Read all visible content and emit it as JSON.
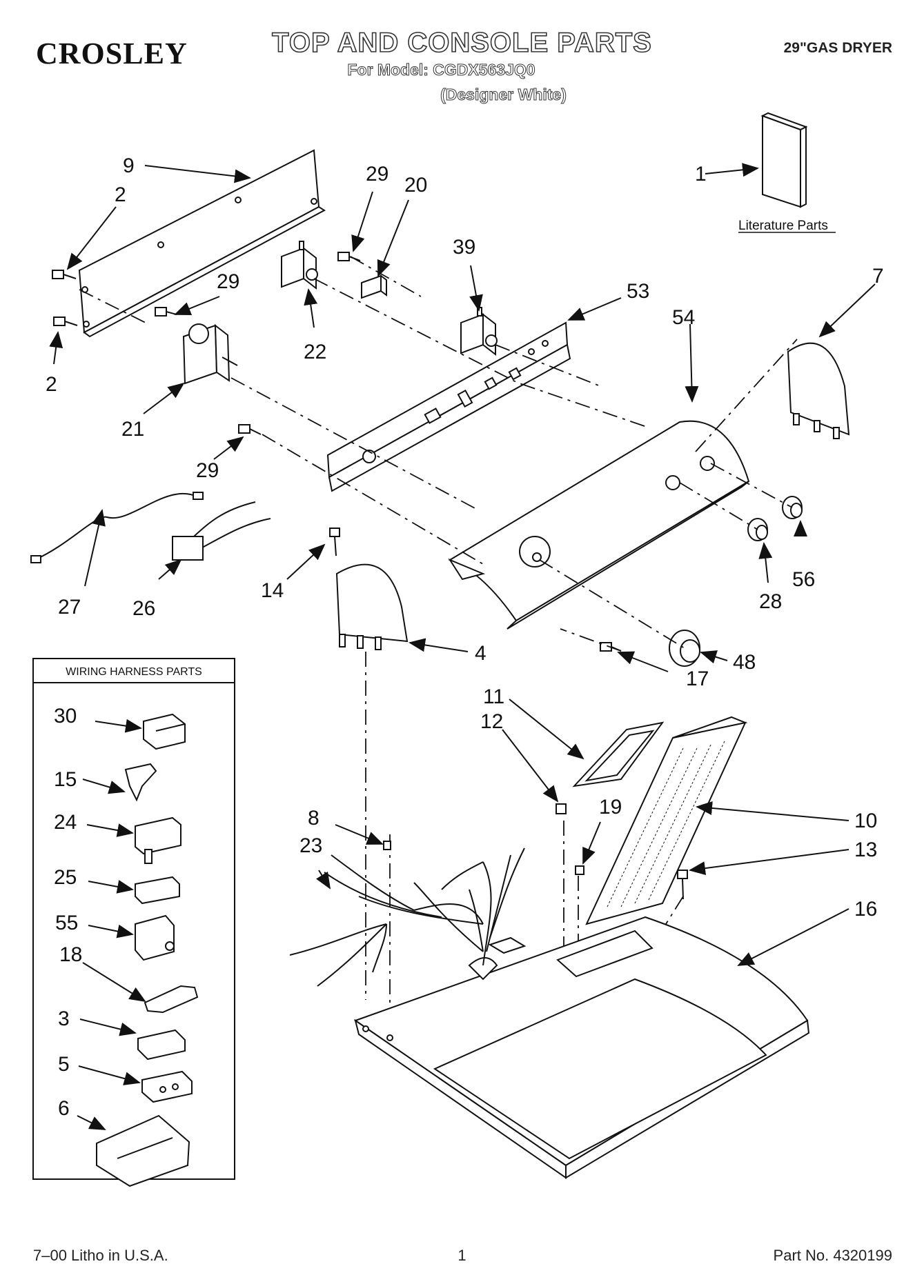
{
  "header": {
    "brand": "CROSLEY",
    "title": "TOP AND CONSOLE PARTS",
    "model_line": "For Model: CGDX563JQ0",
    "color_line": "(Designer White)",
    "product": "29\"GAS DRYER"
  },
  "literature_label": "Literature Parts",
  "wiring_box_title": "WIRING HARNESS PARTS",
  "callouts": {
    "c1": "1",
    "c2a": "2",
    "c2b": "2",
    "c3": "3",
    "c4": "4",
    "c5": "5",
    "c6": "6",
    "c7": "7",
    "c8": "8",
    "c9": "9",
    "c10": "10",
    "c11": "11",
    "c12": "12",
    "c13": "13",
    "c14": "14",
    "c15": "15",
    "c16": "16",
    "c17": "17",
    "c18": "18",
    "c19": "19",
    "c20": "20",
    "c21": "21",
    "c22": "22",
    "c23": "23",
    "c24": "24",
    "c25": "25",
    "c26": "26",
    "c27": "27",
    "c28": "28",
    "c29a": "29",
    "c29b": "29",
    "c29c": "29",
    "c30": "30",
    "c39": "39",
    "c48": "48",
    "c53": "53",
    "c54": "54",
    "c55": "55",
    "c56": "56"
  },
  "footer": {
    "left": "7–00 Litho in U.S.A.",
    "center": "1",
    "right": "Part No. 4320199"
  }
}
